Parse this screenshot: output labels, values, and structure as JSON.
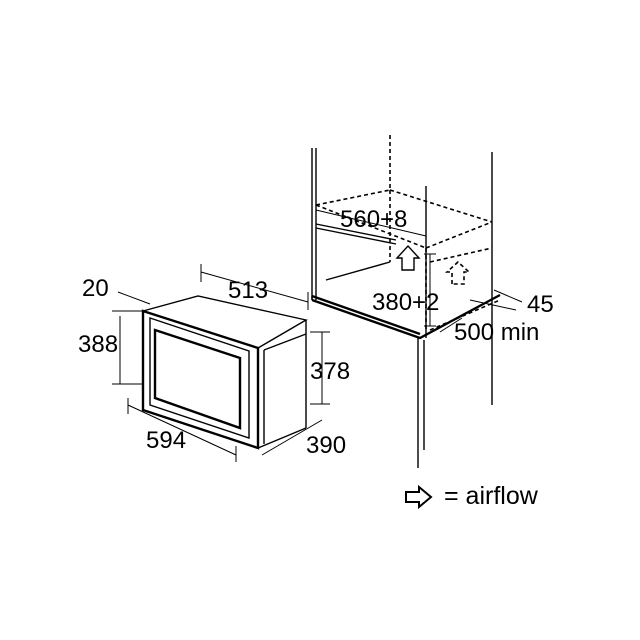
{
  "dimensions": {
    "depth_left": "20",
    "height_outer": "388",
    "width_top": "513",
    "height_inner": "378",
    "width_front": "594",
    "depth_side": "390",
    "niche_width": "560+8",
    "niche_height": "380+2",
    "niche_offset": "45",
    "niche_depth": "500 min"
  },
  "legend": {
    "label": "= airflow",
    "icon": "airflow-arrow-icon"
  }
}
